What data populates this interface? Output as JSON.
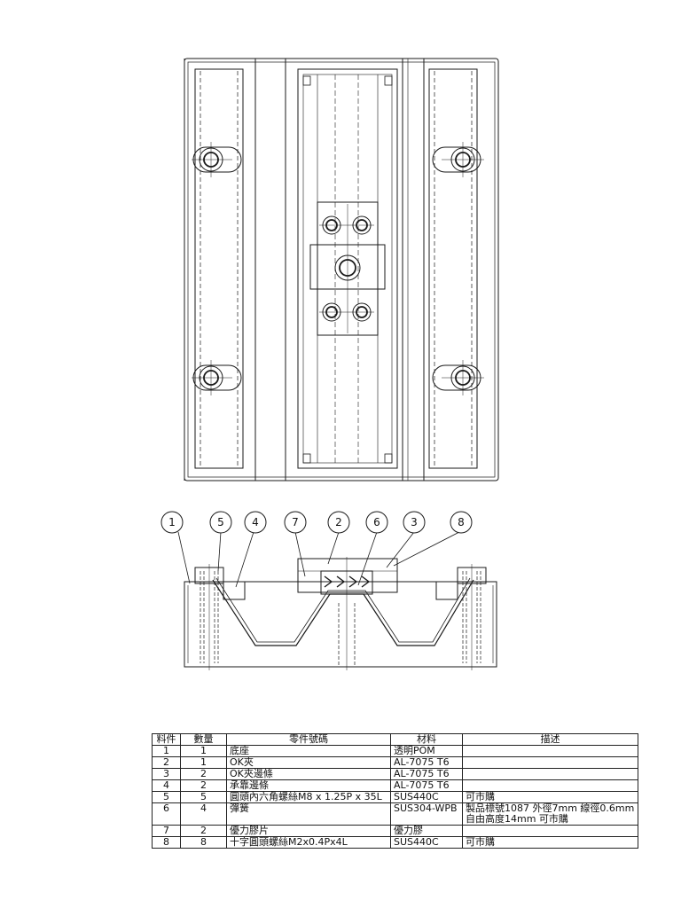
{
  "balloons": [
    "1",
    "5",
    "4",
    "7",
    "2",
    "6",
    "3",
    "8"
  ],
  "bom": {
    "headers": [
      "料件",
      "數量",
      "零件號碼",
      "材料",
      "描述"
    ],
    "rows": [
      {
        "item": "1",
        "qty": "1",
        "part": "底座",
        "material": "透明POM",
        "desc": ""
      },
      {
        "item": "2",
        "qty": "1",
        "part": "OK夾",
        "material": "AL-7075 T6",
        "desc": ""
      },
      {
        "item": "3",
        "qty": "2",
        "part": "OK夾邊條",
        "material": "AL-7075 T6",
        "desc": ""
      },
      {
        "item": "4",
        "qty": "2",
        "part": "承靠邊條",
        "material": "AL-7075 T6",
        "desc": ""
      },
      {
        "item": "5",
        "qty": "5",
        "part": "圓頭內六角螺絲M8 x 1.25P x 35L",
        "material": "SUS440C",
        "desc": "可市購"
      },
      {
        "item": "6",
        "qty": "4",
        "part": "彈簧",
        "material": "SUS304-WPB",
        "desc": "製品標號1087 外徑7mm 線徑0.6mm 自由高度14mm 可市購"
      },
      {
        "item": "7",
        "qty": "2",
        "part": "優力膠片",
        "material": "優力膠",
        "desc": ""
      },
      {
        "item": "8",
        "qty": "8",
        "part": "十字圓頭螺絲M2x0.4Px4L",
        "material": "SUS440C",
        "desc": "可市購"
      }
    ]
  }
}
